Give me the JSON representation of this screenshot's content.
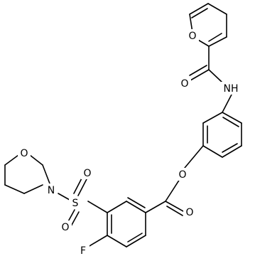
{
  "structure": {
    "atom_labels": {
      "furan_o": "O",
      "carbonyl_o_amide": "O",
      "amide_n": "NH",
      "ester_o_link": "O",
      "carbonyl_o_ester": "O",
      "sulfur": "S",
      "sulfonyl_o_top": "O",
      "sulfonyl_o_bottom": "O",
      "morpholine_n": "N",
      "morpholine_o": "O",
      "fluorine": "F"
    }
  }
}
